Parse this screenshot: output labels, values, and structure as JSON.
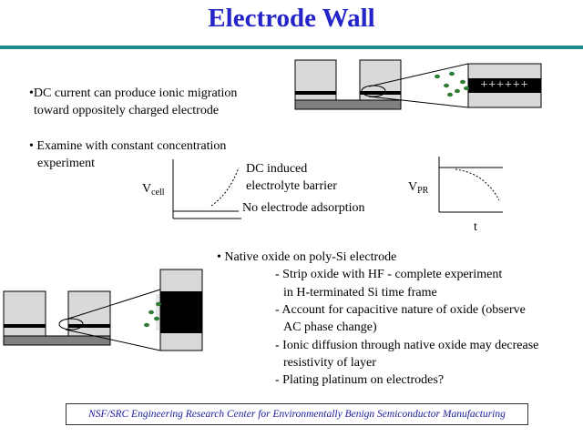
{
  "title": "Electrode Wall",
  "bullets": {
    "ionic_line1": "•DC current can produce ionic migration",
    "ionic_line2": "toward oppositely charged electrode",
    "examine_line1": "• Examine with constant concentration",
    "examine_line2": "experiment"
  },
  "diagram_top": {
    "charge_label": "++++++"
  },
  "plot_vcell": {
    "ylabel": "V",
    "ylabel_sub": "cell",
    "curve_label_line1": "DC induced",
    "curve_label_line2": "electrolyte barrier",
    "flat_label": "No electrode adsorption"
  },
  "plot_vpr": {
    "ylabel": "V",
    "ylabel_sub": "PR",
    "xlabel": "t"
  },
  "native_oxide": {
    "heading": "• Native oxide on poly-Si electrode",
    "items": [
      "- Strip oxide with HF - complete experiment",
      "in H-terminated Si time frame",
      "- Account for capacitive nature of oxide (observe",
      "AC phase change)",
      "- Ionic diffusion through native oxide may decrease",
      "resistivity of layer",
      "- Plating platinum on electrodes?"
    ]
  },
  "footer": "NSF/SRC Engineering Research Center for Environmentally Benign Semiconductor Manufacturing",
  "colors": {
    "title": "#2424c8",
    "rule": "#1f8a8a",
    "ion": "#2e7d32",
    "substrate": "#808080",
    "electrode_fill": "#d9d9d9"
  }
}
